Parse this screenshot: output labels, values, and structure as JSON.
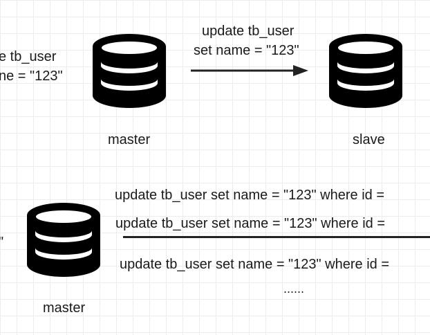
{
  "top": {
    "left_text_1": "e tb_user",
    "left_text_2": "ne = \"123\"",
    "arrow_label_1": "update tb_user",
    "arrow_label_2": "set name = \"123\"",
    "master_label": "master",
    "slave_label": "slave"
  },
  "bottom": {
    "left_fragment": "\"",
    "line_1": "update tb_user set name = \"123\" where id =",
    "line_2": "update tb_user set name = \"123\" where id =",
    "line_3": "update tb_user set name = \"123\" where id =",
    "ellipsis": "......",
    "master_label": "master"
  }
}
